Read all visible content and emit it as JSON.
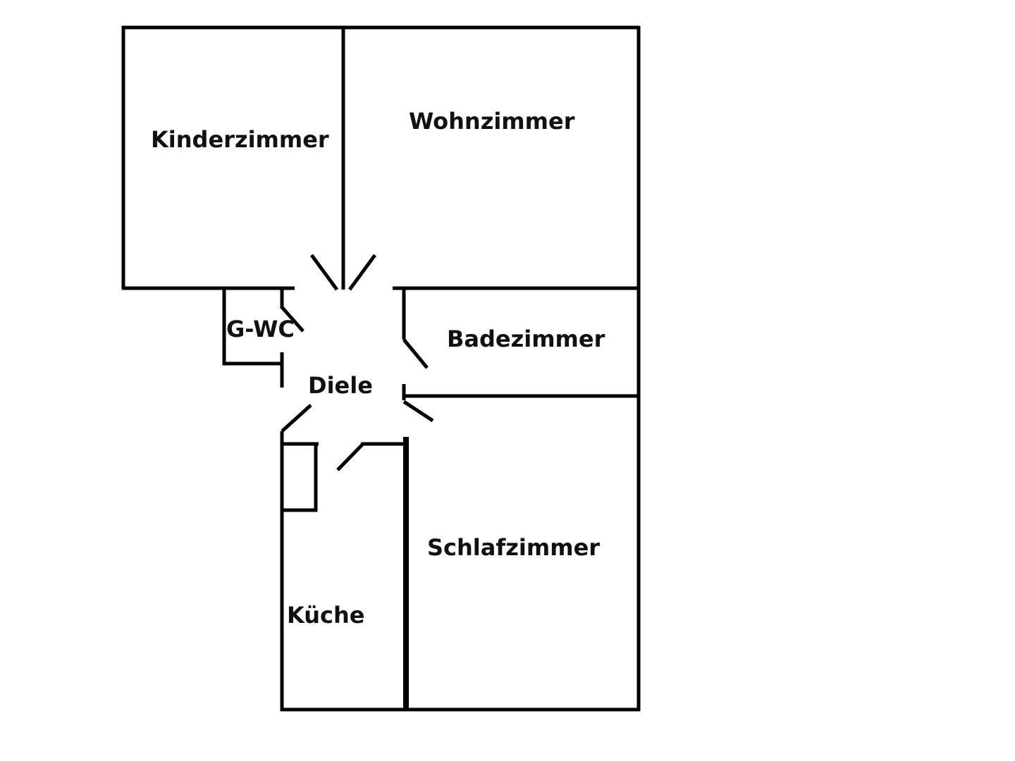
{
  "rooms": {
    "kinderzimmer": "Kinderzimmer",
    "wohnzimmer": "Wohnzimmer",
    "g_wc": "G-WC",
    "badezimmer": "Badezimmer",
    "diele": "Diele",
    "schlafzimmer": "Schlafzimmer",
    "kueche": "Küche"
  }
}
